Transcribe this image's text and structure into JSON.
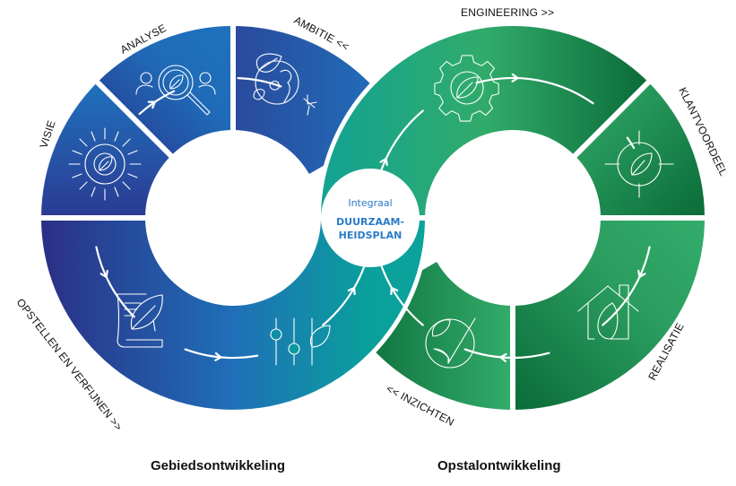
{
  "diagram": {
    "left_cycle": {
      "title": "Gebiedsontwikkeling",
      "segments": [
        {
          "label": "VISIE",
          "icon": "sun-leaf-icon"
        },
        {
          "label": "ANALYSE",
          "icon": "magnifier-people-leaf-icon"
        },
        {
          "label": "AMBITIE  <<",
          "icon": "globe-leaf-plane-icon"
        },
        {
          "label": "OPSTELLEN EN VERFIJNEN  >>",
          "icon": "document-leaf-icon"
        },
        {
          "label": "",
          "icon": "sliders-leaf-icon"
        }
      ]
    },
    "right_cycle": {
      "title": "Opstalontwikkeling",
      "segments": [
        {
          "label": "ENGINEERING  >>",
          "icon": "gear-leaf-icon"
        },
        {
          "label": "KLANTVOORDEEL",
          "icon": "target-leaf-icon"
        },
        {
          "label": "REALISATIE",
          "icon": "house-leaf-icon"
        },
        {
          "label": "<< INZICHTEN",
          "icon": "leaf-check-icon"
        }
      ]
    },
    "center": {
      "line1": "Integraal",
      "line2": "DUURZAAM-",
      "line3": "HEIDSPLAN"
    },
    "colors": {
      "blue_dark": "#2a2f86",
      "blue_mid": "#1f6fba",
      "teal": "#0aa39a",
      "green_light": "#33ad6b",
      "green_dark": "#0b6b38",
      "center_text": "#2a7cc7"
    }
  }
}
